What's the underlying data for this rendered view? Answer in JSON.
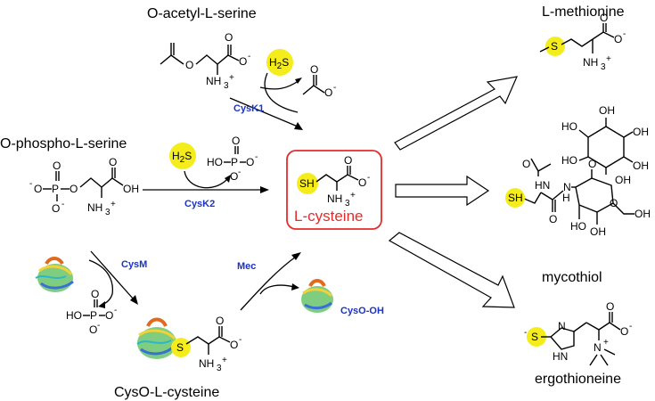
{
  "compounds": {
    "o_acetyl_serine": "O-acetyl-L-serine",
    "o_phospho_serine": "O-phospho-L-serine",
    "cysteine": "L-cysteine",
    "cyso_cysteine": "CysO-L-cysteine",
    "methionine": "L-methionine",
    "mycothiol": "mycothiol",
    "ergothioneine": "ergothioneine"
  },
  "enzymes": {
    "cysk1": "CysK1",
    "cysk2": "CysK2",
    "cysm": "CysM",
    "mec": "Mec",
    "cyso_oh": "CysO-OH"
  },
  "reagents": {
    "h2s": "H2S"
  },
  "colors": {
    "highlight": "#f5ec1c",
    "cysteine_box": "#e52b2b",
    "enzyme_text": "#1a33c8",
    "arrow_fill": "#ffffff"
  }
}
